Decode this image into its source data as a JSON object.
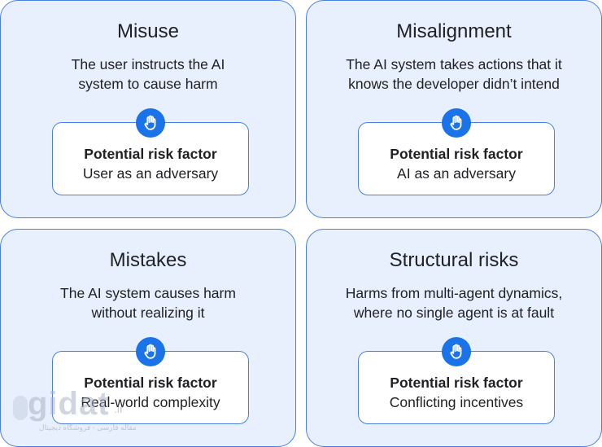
{
  "cards": [
    {
      "title": "Misuse",
      "description_lines": [
        "The user instructs the AI",
        "system to cause harm"
      ],
      "risk_heading": "Potential risk factor",
      "risk_value": "User as an adversary",
      "icon": "hand-icon"
    },
    {
      "title": "Misalignment",
      "description_lines": [
        "The AI system takes actions that it",
        "knows the developer didn’t intend"
      ],
      "risk_heading": "Potential risk factor",
      "risk_value": "AI as an adversary",
      "icon": "hand-icon"
    },
    {
      "title": "Mistakes",
      "description_lines": [
        "The AI system causes harm",
        "without realizing it"
      ],
      "risk_heading": "Potential risk factor",
      "risk_value": "Real-world complexity",
      "icon": "hand-icon"
    },
    {
      "title": "Structural risks",
      "description_lines": [
        "Harms from multi-agent dynamics,",
        "where no single agent is at fault"
      ],
      "risk_heading": "Potential risk factor",
      "risk_value": "Conflicting incentives",
      "icon": "hand-icon"
    }
  ],
  "watermark": {
    "logo_text": "gidat",
    "domain": ".ir",
    "tagline": "مقاله فارسی - فروشگاه دیجیتال"
  },
  "colors": {
    "card_background": "#e8f0fd",
    "card_border": "#4a7fe3",
    "badge": "#1a73e8",
    "text": "#202124"
  }
}
